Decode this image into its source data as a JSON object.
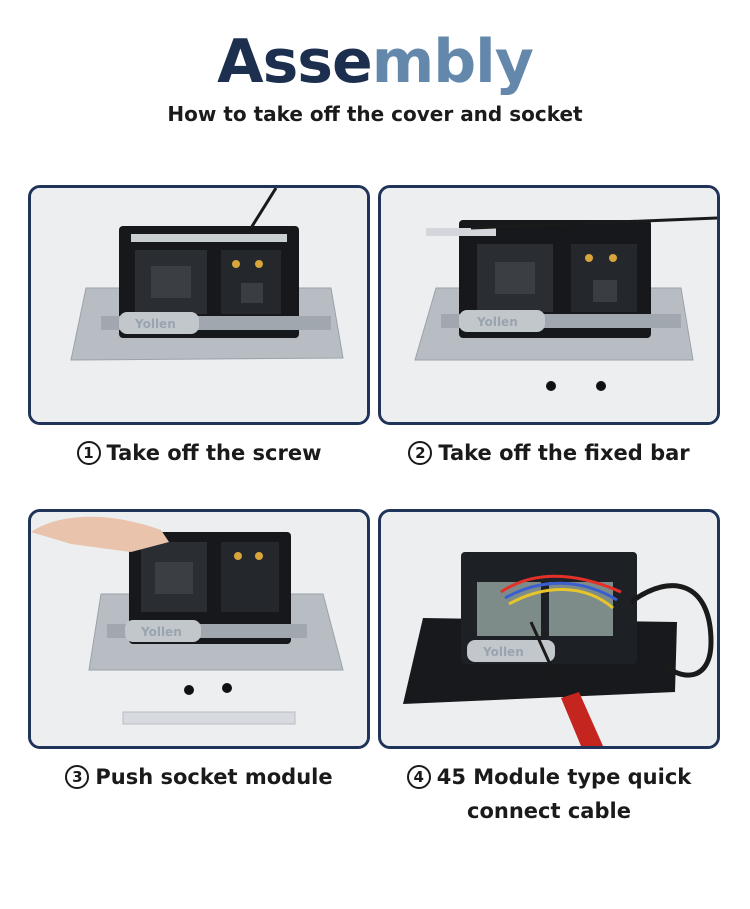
{
  "header": {
    "title_part1": "Asse",
    "title_part2": "mbly",
    "subtitle": "How to take off the cover and socket"
  },
  "steps": [
    {
      "number": "1",
      "caption": "Take off the screw"
    },
    {
      "number": "2",
      "caption": "Take off the fixed bar"
    },
    {
      "number": "3",
      "caption": "Push socket module"
    },
    {
      "number": "4",
      "caption_line1": "45 Module type quick",
      "caption_line2": "connect cable"
    }
  ],
  "product_label": "Yollen",
  "colors": {
    "title_dark": "#1c2f4e",
    "title_light": "#6488ab",
    "panel_border": "#203459"
  }
}
